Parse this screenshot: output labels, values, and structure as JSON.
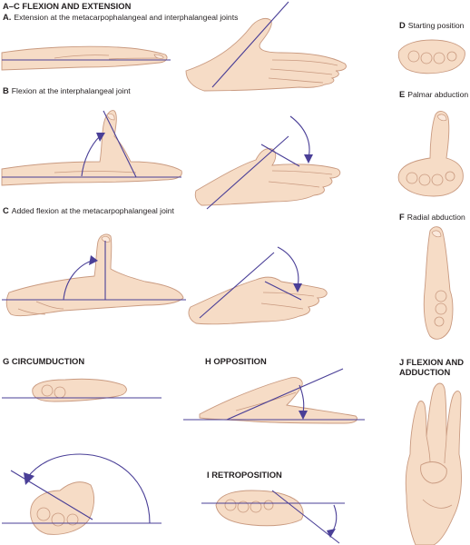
{
  "main_heading": {
    "letters": "A–C",
    "text": "FLEXION AND EXTENSION"
  },
  "panels": {
    "A": {
      "letter": "A.",
      "text": "Extension at the metacarpophalangeal and interphalangeal joints"
    },
    "B": {
      "letter": "B",
      "text": "Flexion at the interphalangeal joint"
    },
    "C": {
      "letter": "C",
      "text": "Added flexion at the metacarpophalangeal joint"
    },
    "D": {
      "letter": "D",
      "text": "Starting position"
    },
    "E": {
      "letter": "E",
      "text": "Palmar abduction"
    },
    "F": {
      "letter": "F",
      "text": "Radial abduction"
    },
    "G": {
      "letter": "G",
      "text": "CIRCUMDUCTION"
    },
    "H": {
      "letter": "H",
      "text": "OPPOSITION"
    },
    "I": {
      "letter": "I",
      "text": "RETROPOSITION"
    },
    "J": {
      "letter": "J",
      "text": "FLEXION AND ADDUCTION"
    }
  },
  "colors": {
    "reference_line": "#4a3f97",
    "skin": "#f6dcc6",
    "skin_outline": "#c99a80",
    "text": "#231f20"
  }
}
